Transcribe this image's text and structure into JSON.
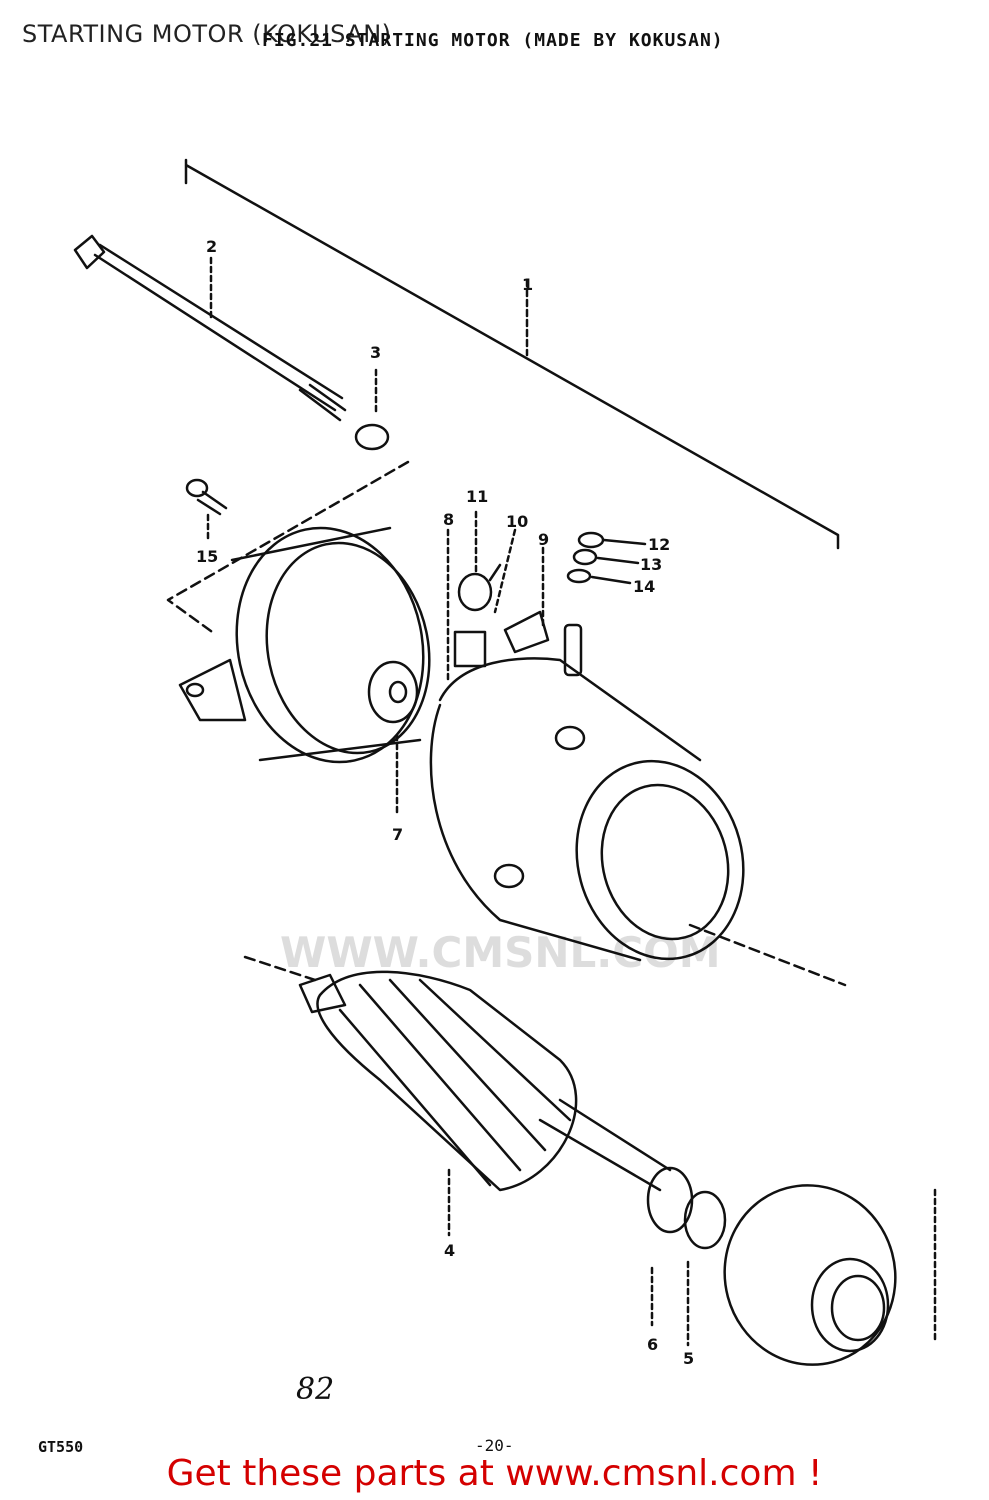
{
  "overlay_title": "STARTING MOTOR (KOKUSAN)",
  "scan_title": "FIG.21  STARTING MOTOR (MADE BY KOKUSAN)",
  "part_labels": [
    "1",
    "2",
    "3",
    "4",
    "5",
    "6",
    "7",
    "8",
    "9",
    "10",
    "11",
    "12",
    "13",
    "14",
    "15"
  ],
  "watermark": "WWW.CMSNL.COM",
  "handwritten_note": "82",
  "model": "GT550",
  "page_number": "-20-",
  "promo": "Get these parts at www.cmsnl.com !"
}
